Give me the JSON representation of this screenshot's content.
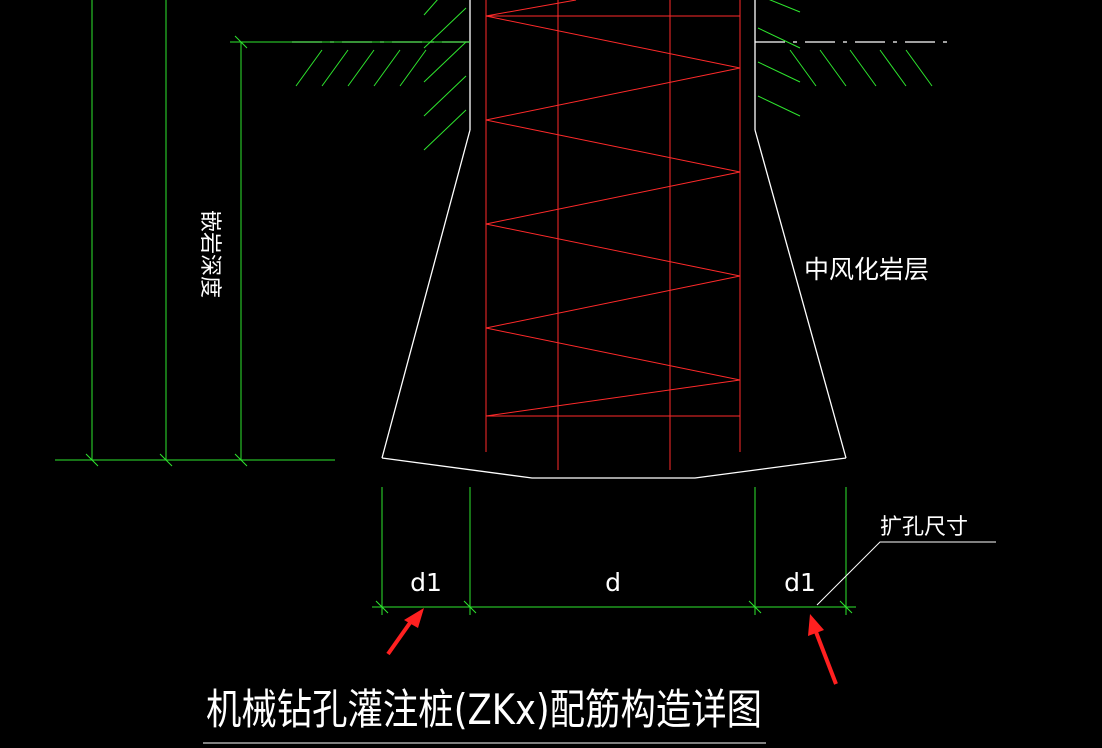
{
  "drawing": {
    "title": "机械钻孔灌注桩(ZKx)配筋构造详图",
    "labels": {
      "embed_depth": "嵌岩深度",
      "rock_layer": "中风化岩层",
      "ream_size": "扩孔尺寸",
      "dim_left": "d1",
      "dim_center": "d",
      "dim_right": "d1"
    }
  },
  "colors": {
    "background": "#000000",
    "outline": "#ffffff",
    "rebar": "#ff2a2a",
    "dimension": "#2ee62e",
    "arrow": "#ff2020"
  }
}
